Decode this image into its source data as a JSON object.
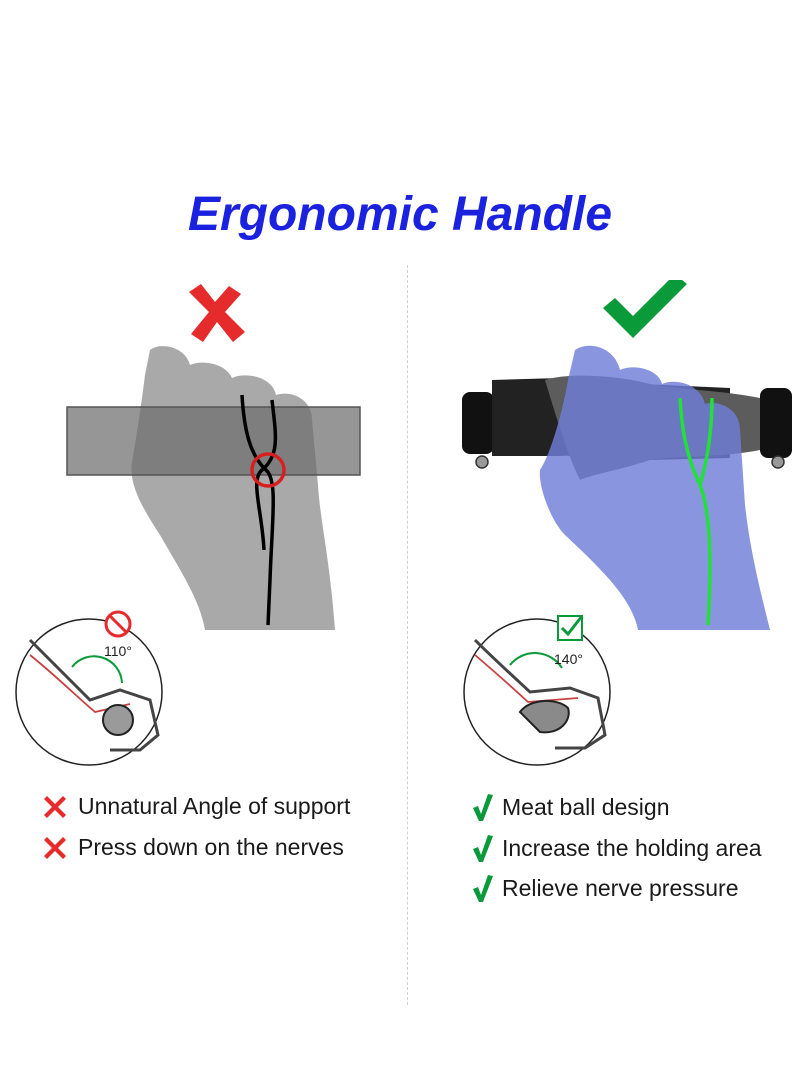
{
  "title": "Ergonomic Handle",
  "colors": {
    "title": "#1a22e0",
    "bad": "#e52b2b",
    "good": "#0a9a3a",
    "nerve_good": "#22e03a",
    "hand_good": "#7f8fe0",
    "hand_bad": "#a9a9a9"
  },
  "bad": {
    "status_icon": "x-mark-icon",
    "angle_label": "110°",
    "angle_icon": "no-symbol-icon",
    "points": [
      {
        "icon": "x-mark-icon",
        "text": "Unnatural Angle of support"
      },
      {
        "icon": "x-mark-icon",
        "text": "Press down on the nerves"
      }
    ]
  },
  "good": {
    "status_icon": "check-mark-icon",
    "angle_label": "140°",
    "angle_icon": "checkbox-icon",
    "points": [
      {
        "icon": "check-mark-icon",
        "text": "Meat ball design"
      },
      {
        "icon": "check-mark-icon",
        "text": "Increase the holding area"
      },
      {
        "icon": "check-mark-icon",
        "text": "Relieve nerve pressure"
      }
    ]
  }
}
